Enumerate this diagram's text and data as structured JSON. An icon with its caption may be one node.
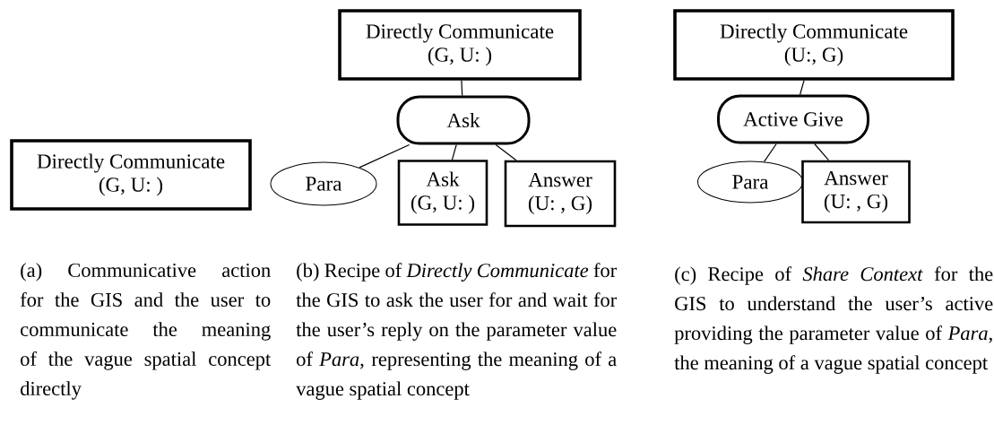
{
  "diagram": {
    "nodes": [
      {
        "text": [
          "Directly Communicate",
          "(G, U: )"
        ]
      },
      {
        "text": [
          "Directly Communicate",
          "(G, U: )"
        ]
      },
      {
        "text": [
          "Ask"
        ]
      },
      {
        "text": [
          "Para"
        ]
      },
      {
        "text": [
          "Ask",
          "(G, U: )"
        ]
      },
      {
        "text": [
          "Answer",
          "(U: , G)"
        ]
      },
      {
        "text": [
          "Directly Communicate",
          "(U:, G)"
        ]
      },
      {
        "text": [
          "Active Give"
        ]
      },
      {
        "text": [
          "Para"
        ]
      },
      {
        "text": [
          "Answer",
          "(U: , G)"
        ]
      }
    ],
    "edges": [
      {
        "from": 1,
        "to": 2,
        "arrow": "none"
      },
      {
        "from": 2,
        "to": 3,
        "arrow": "none"
      },
      {
        "from": 2,
        "to": 4,
        "arrow": "none"
      },
      {
        "from": 2,
        "to": 5,
        "arrow": "none"
      },
      {
        "from": 6,
        "to": 7,
        "arrow": "none"
      },
      {
        "from": 7,
        "to": 8,
        "arrow": "none"
      },
      {
        "from": 7,
        "to": 9,
        "arrow": "none"
      }
    ],
    "labels": [
      "(a) Communicative action for the GIS and the user to communicate the meaning of the vague spatial concept directly",
      "(b) Recipe of *Directly Communicate* for the GIS to ask the user for and wait for the user’s reply on the parameter value of *Para*, representing the meaning of a vague spatial concept",
      "(c) Recipe of *Share Context* for the GIS to understand the user’s active providing the parameter value of *Para*, the meaning of a vague spatial concept"
    ]
  }
}
